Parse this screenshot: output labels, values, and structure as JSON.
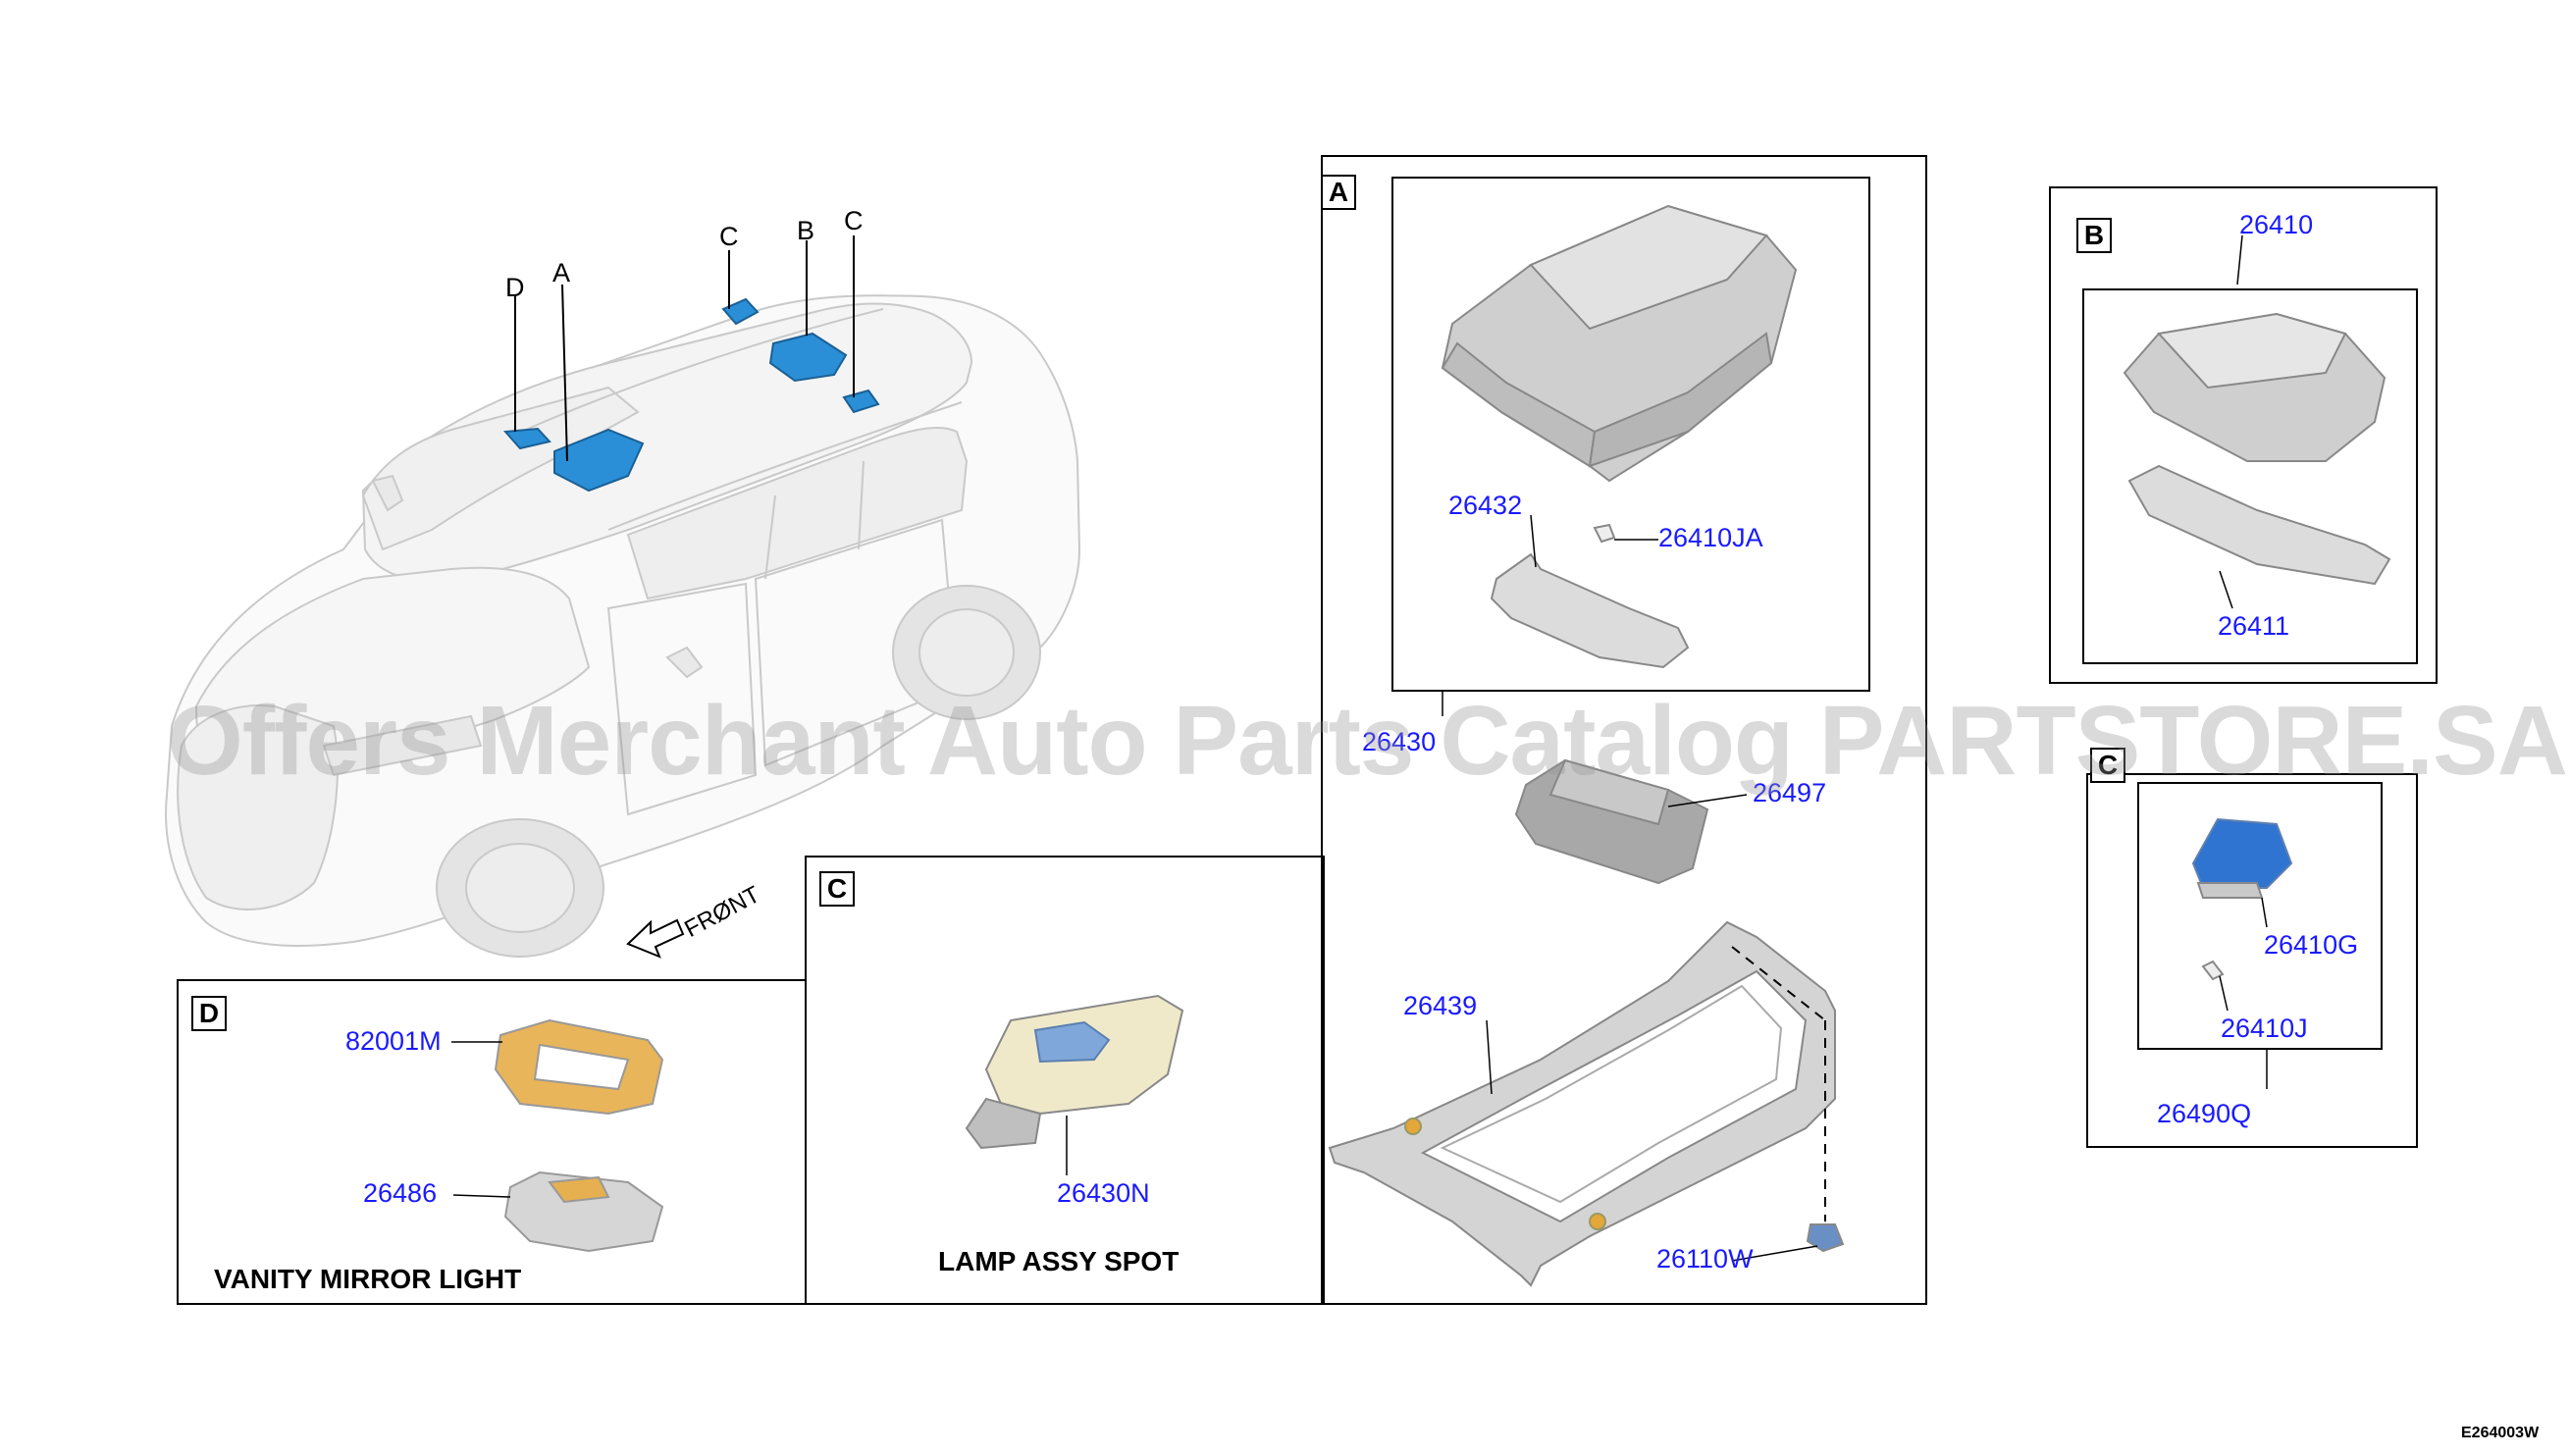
{
  "diagram": {
    "front_label": "FRØNT",
    "code": "E264003W",
    "watermark": "Offers Merchant Auto Parts Catalog PARTSTORE.SA",
    "car_letters": {
      "d": "D",
      "a": "A",
      "c1": "C",
      "b": "B",
      "c2": "C"
    },
    "panel_a": {
      "tag": "A",
      "parts": [
        "26432",
        "26410JA",
        "26430",
        "26497",
        "26439",
        "26110W"
      ]
    },
    "panel_b": {
      "tag": "B",
      "parts": [
        "26410",
        "26411"
      ]
    },
    "panel_c_right": {
      "tag": "C",
      "parts": [
        "26410G",
        "26410J",
        "26490Q"
      ]
    },
    "panel_c": {
      "tag": "C",
      "parts": [
        "26430N"
      ],
      "caption": "LAMP ASSY SPOT"
    },
    "panel_d": {
      "tag": "D",
      "parts": [
        "82001M",
        "26486"
      ],
      "caption": "VANITY MIRROR LIGHT"
    },
    "colors": {
      "part_number": "#1a1aff",
      "highlight": "#2a8fd6",
      "outline": "#000000"
    }
  }
}
